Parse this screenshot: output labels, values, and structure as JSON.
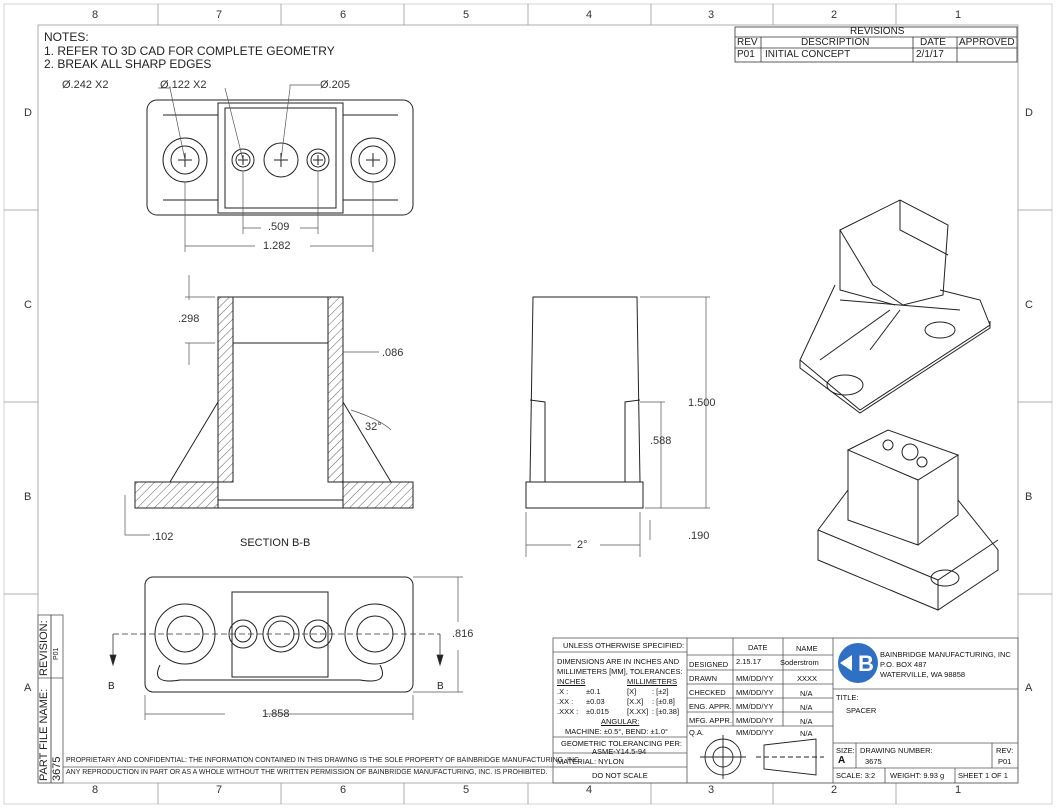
{
  "zones": {
    "columns": [
      "8",
      "7",
      "6",
      "5",
      "4",
      "3",
      "2",
      "1"
    ],
    "rows": [
      "D",
      "C",
      "B",
      "A"
    ]
  },
  "notes": {
    "heading": "NOTES:",
    "items": [
      "1.  REFER TO 3D CAD FOR COMPLETE GEOMETRY",
      "2.  BREAK ALL SHARP EDGES"
    ]
  },
  "revisions": {
    "title": "REVISIONS",
    "headers": [
      "REV",
      "DESCRIPTION",
      "DATE",
      "APPROVED"
    ],
    "rows": [
      [
        "P01",
        "INITIAL CONCEPT",
        "2/1/17",
        ""
      ]
    ]
  },
  "dimensions": {
    "hole_large": "Ø.242 X2",
    "hole_small": "Ø.122 X2",
    "hole_center": "Ø.205",
    "d509": ".509",
    "d1282": "1.282",
    "d298": ".298",
    "d086": ".086",
    "angle32": "32°",
    "d102": ".102",
    "d1500": "1.500",
    "d588": ".588",
    "d190": ".190",
    "angle2": "2°",
    "d816": ".816",
    "d1858": "1.858",
    "section_mark": "B"
  },
  "section_label": "SECTION B-B",
  "side_block": {
    "revision_label": "REVISION:",
    "revision_value": "P01",
    "part_file_label": "PART FILE NAME:",
    "part_file_value": "3675"
  },
  "proprietary": {
    "line1": "PROPRIETARY AND CONFIDENTIAL: THE INFORMATION CONTAINED IN THIS DRAWING IS THE SOLE PROPERTY OF BAINBRIDGE MANUFACTURING, INC.",
    "line2": "ANY REPRODUCTION IN PART OR AS A WHOLE WITHOUT THE WRITTEN PERMISSION OF BAINBRIDGE MANUFACTURING, INC. IS PROHIBITED."
  },
  "tolerances": {
    "header": "UNLESS OTHERWISE SPECIFIED:",
    "line1": "DIMENSIONS ARE IN INCHES AND",
    "line2": "MILLIMETERS [MM], TOLERANCES:",
    "inches_label": "INCHES",
    "mm_label": "MILLIMETERS",
    "rows": [
      [
        ".X :",
        "±0.1",
        "[X]",
        ": [±2]"
      ],
      [
        ".XX :",
        "±0.03",
        "[X.X]",
        ": [±0.8]"
      ],
      [
        ".XXX :",
        "±0.015",
        "[X.XX]",
        ": [±0.38]"
      ]
    ],
    "angular_label": "ANGULAR:",
    "angular_value": "MACHINE: ±0.5°, BEND: ±1.0°",
    "geometric_label": "GEOMETRIC TOLERANCING PER:",
    "geometric_value": "ASME-Y14.5-94",
    "material": "MATERIAL:  NYLON",
    "do_not_scale": "DO NOT SCALE"
  },
  "approvals": {
    "headers": [
      "",
      "DATE",
      "NAME"
    ],
    "rows": [
      [
        "DESIGNED",
        "2.15.17",
        "Soderstrom"
      ],
      [
        "DRAWN",
        "MM/DD/YY",
        "XXXX"
      ],
      [
        "CHECKED",
        "MM/DD/YY",
        "N/A"
      ],
      [
        "ENG. APPR.",
        "MM/DD/YY",
        "N/A"
      ],
      [
        "MFG. APPR.",
        "MM/DD/YY",
        "N/A"
      ],
      [
        "Q.A.",
        "MM/DD/YY",
        "N/A"
      ]
    ]
  },
  "company": {
    "name": "BAINBRIDGE MANUFACTURING, INC",
    "address1": "P.O. BOX 487",
    "address2": "WATERVILLE, WA 98858",
    "logo_text": "B",
    "logo_color": "#2f6fc4"
  },
  "title_block": {
    "title_label": "TITLE:",
    "title_value": "SPACER",
    "size_label": "SIZE:",
    "size_value": "A",
    "drawing_number_label": "DRAWING NUMBER:",
    "drawing_number_value": "3675",
    "rev_label": "REV:",
    "rev_value": "P01",
    "scale": "SCALE: 3:2",
    "weight": "WEIGHT: 9.93 g",
    "sheet": "SHEET 1 OF 1"
  }
}
